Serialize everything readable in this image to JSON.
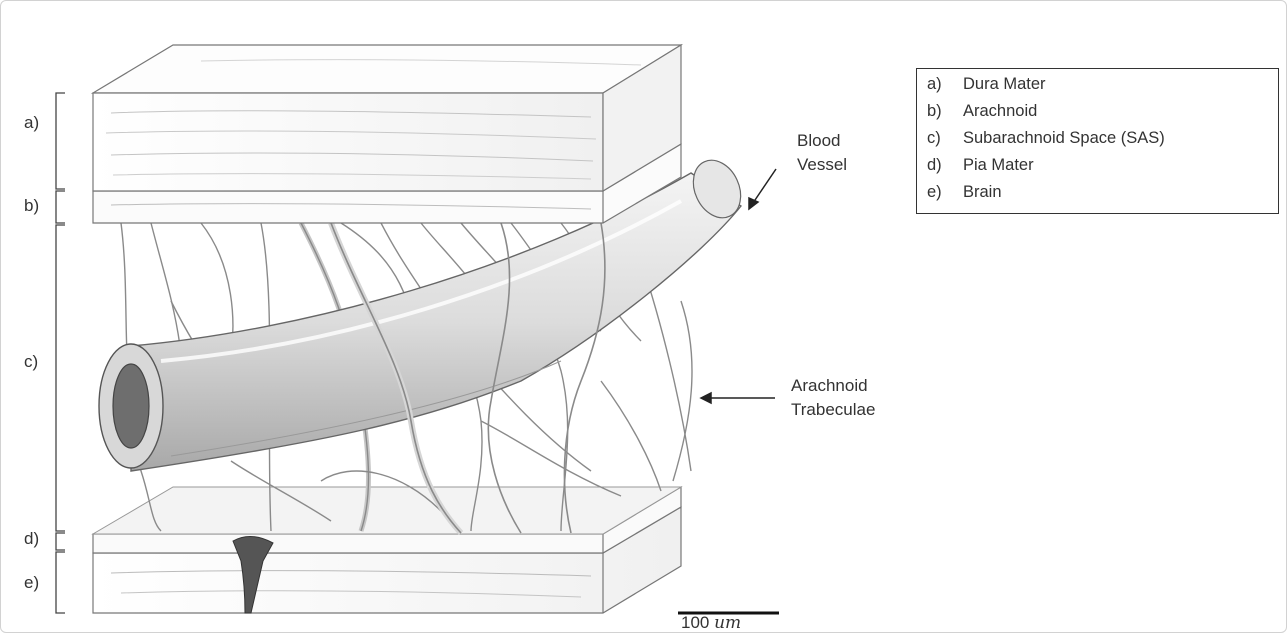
{
  "layer_labels": [
    "a)",
    "b)",
    "c)",
    "d)",
    "e)"
  ],
  "legend": {
    "items": [
      {
        "key": "a)",
        "label": "Dura Mater"
      },
      {
        "key": "b)",
        "label": "Arachnoid"
      },
      {
        "key": "c)",
        "label": "Subarachnoid Space (SAS)"
      },
      {
        "key": "d)",
        "label": "Pia Mater"
      },
      {
        "key": "e)",
        "label": "Brain"
      }
    ]
  },
  "annotations": {
    "blood_vessel": [
      "Blood",
      "Vessel"
    ],
    "trabeculae": [
      "Arachnoid",
      "Trabeculae"
    ]
  },
  "scale_bar": {
    "value": "100",
    "unit": "um"
  },
  "colors": {
    "ink": "#333333",
    "sketch": "#8a8a8a",
    "shade": "#cfcfcf",
    "paper": "#ffffff"
  }
}
